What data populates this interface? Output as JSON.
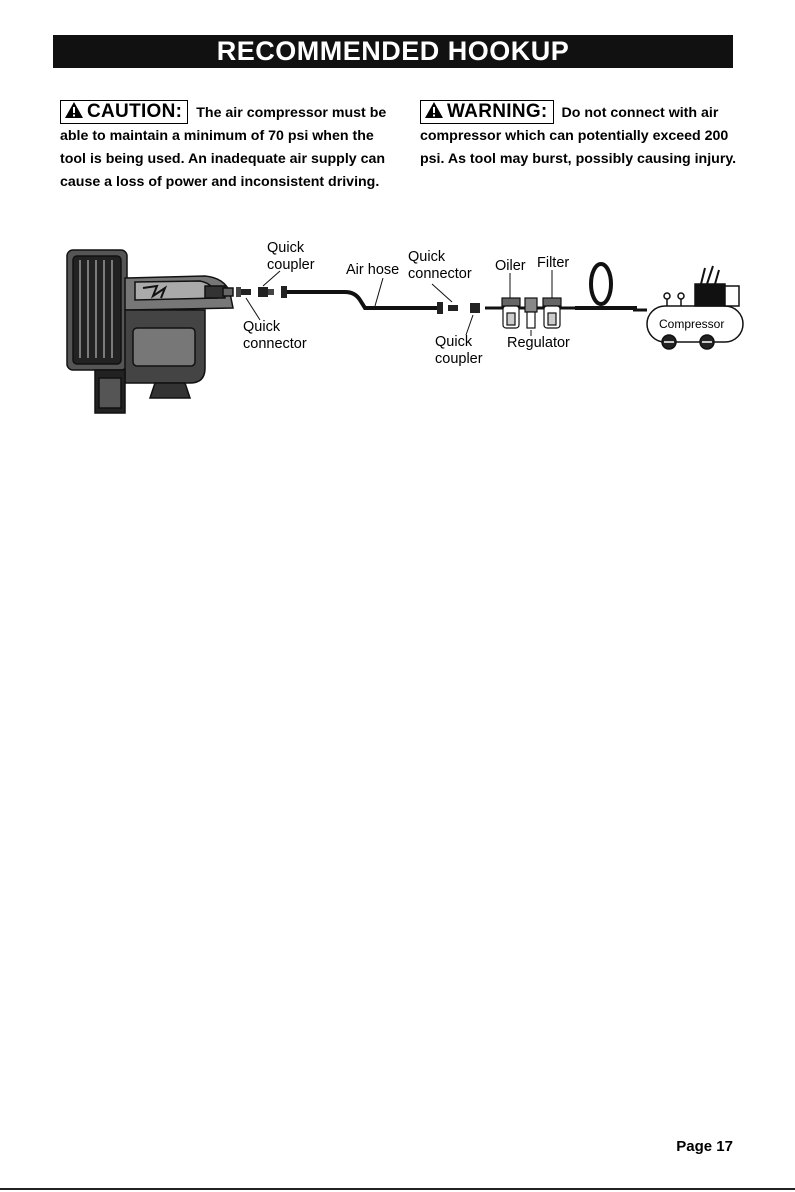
{
  "header": {
    "title": "RECOMMENDED HOOKUP"
  },
  "caution": {
    "label": "CAUTION:",
    "text": "The air compressor must be able to maintain a minimum of 70 psi when the tool is being used. An inadequate air supply can cause a loss of power and inconsistent driving."
  },
  "warning": {
    "label": "WARNING:",
    "text": "Do not connect with air compressor which can potentially exceed 200 psi. As tool may burst, possibly causing injury."
  },
  "diagram": {
    "labels": {
      "quick_coupler_top_1": "Quick",
      "quick_coupler_top_2": "coupler",
      "air_hose": "Air hose",
      "quick_connector_top_1": "Quick",
      "quick_connector_top_2": "connector",
      "oiler": "Oiler",
      "filter": "Filter",
      "quick_connector_bottom_1": "Quick",
      "quick_connector_bottom_2": "connector",
      "quick_coupler_bottom_1": "Quick",
      "quick_coupler_bottom_2": "coupler",
      "regulator": "Regulator",
      "compressor": "Compressor"
    }
  },
  "footer": {
    "page": "Page 17"
  }
}
